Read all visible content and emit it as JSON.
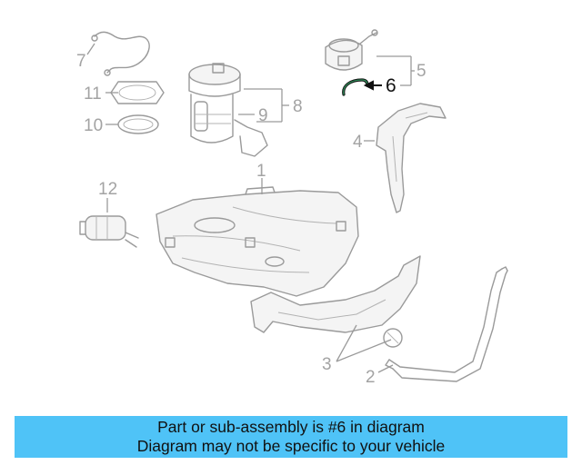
{
  "callouts": {
    "c1": "1",
    "c2": "2",
    "c3": "3",
    "c4": "4",
    "c5": "5",
    "c6": "6",
    "c7": "7",
    "c8": "8",
    "c9": "9",
    "c10": "10",
    "c11": "11",
    "c12": "12"
  },
  "highlighted_part": "6",
  "banner": {
    "line1": "Part or sub-assembly is #6 in diagram",
    "line2": "Diagram may not be specific to your vehicle",
    "color": "#4fc3f7"
  }
}
